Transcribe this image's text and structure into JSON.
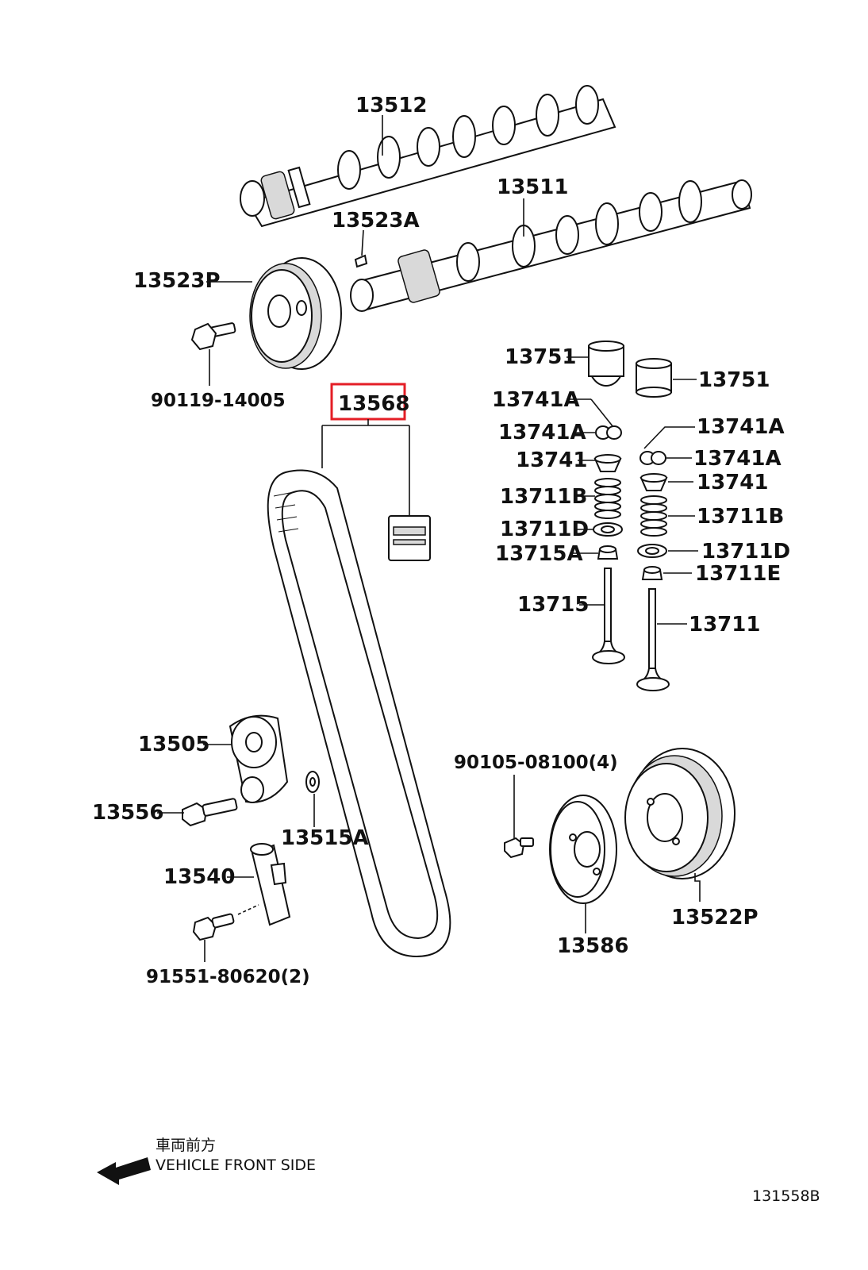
{
  "labels": {
    "camshaft_exhaust": "13512",
    "camshaft_intake": "13511",
    "pin": "13523A",
    "cam_pulley": "13523P",
    "pulley_bolt": "90119-14005",
    "timing_belt": "13568",
    "lifter_left": "13751",
    "lifter_right": "13751",
    "retainer_key_1": "13741A",
    "retainer_key_2": "13741A",
    "retainer_key_3": "13741A",
    "retainer_key_4": "13741A",
    "retainer_left": "13741",
    "retainer_right": "13741",
    "spring_left": "13711B",
    "spring_right": "13711B",
    "spring_seat_left": "13711D",
    "spring_seat_right": "13711D",
    "seal_left": "13715A",
    "seal_right": "13711E",
    "valve_exhaust": "13715",
    "valve_intake": "13711",
    "idler_pulley": "13505",
    "idler_bolt": "13556",
    "idler_washer": "13515A",
    "tensioner": "13540",
    "tensioner_bolt": "91551-80620(2)",
    "pulley_bolt_4": "90105-08100(4)",
    "crank_plate": "13586",
    "crank_pulley": "13522P"
  },
  "highlight_color": "#e41e26",
  "front_note": {
    "japanese": "車両前方",
    "english": "VEHICLE FRONT SIDE",
    "icon": "arrow-left-icon"
  },
  "reference_code": "131558B"
}
